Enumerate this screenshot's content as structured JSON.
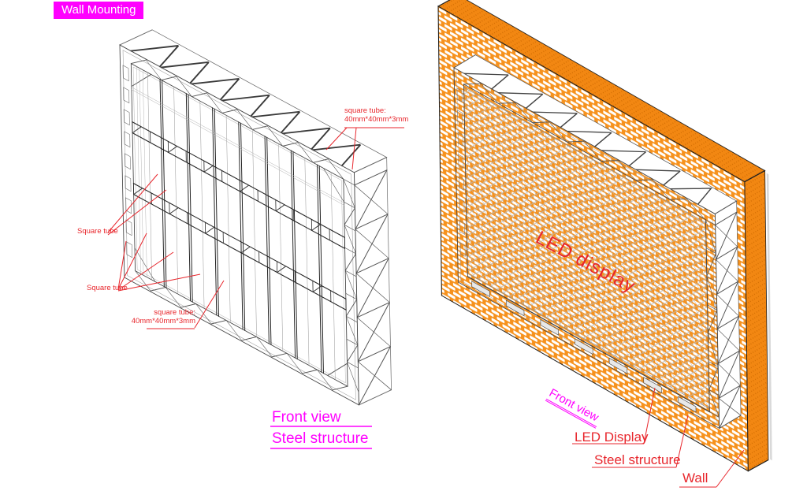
{
  "title": {
    "label": "Wall Mounting"
  },
  "colors": {
    "magenta": "#FF00FF",
    "label_red": "#E8262C",
    "brick_orange": "#F6921E",
    "wall_band_orange": "#F28712",
    "steel_dark": "#2E2E2E",
    "steel_light": "#9A9A9A",
    "mesh_gray": "#B8B8B8",
    "background": "#FFFFFF"
  },
  "left_view": {
    "caption_line1": "Front view",
    "caption_line2": "Steel structure",
    "spec_top_line1": "square tube:",
    "spec_top_line2": "40mm*40mm*3mm",
    "label_square_tube_upper": "Square tube",
    "label_square_tube_lower": "Square tube",
    "spec_bottom_line1": "square tube:",
    "spec_bottom_line2": "40mm*40mm*3mm"
  },
  "right_view": {
    "caption": "Front view",
    "watermark": "LED display",
    "callout_led_display": "LED Display",
    "callout_steel_structure": "Steel structure",
    "callout_wall": "Wall"
  }
}
